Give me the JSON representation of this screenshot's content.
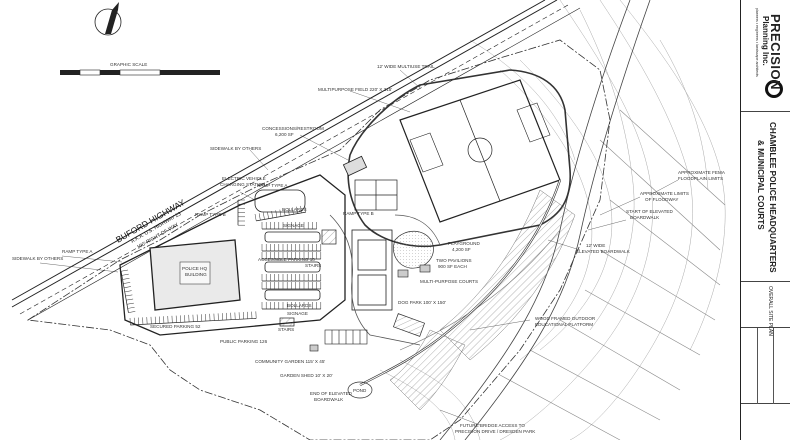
{
  "labels": {
    "trail": "12' WIDE MULTIUSE TRAIL",
    "field": "MULTIPURPOSE FIELD 220' X 315'",
    "concessions": "CONCESSIONS/RESTROOM",
    "concessions_size": "6,200 SF",
    "sidewalk_top": "SIDEWALK BY OTHERS",
    "ev": "ELECTRIC VEHICLE",
    "ev2": "CHARGING STATION",
    "ramp_a_top": "RAMP TYPE A",
    "bollards_top": "BOLLARDS",
    "signage_top": "SIGNAGE",
    "ramp_b_left": "RAMP TYPE B",
    "ramp_b_mid": "RAMP TYPE B",
    "accessible": "ACCESSIBLE PARKING 10",
    "stairs_top": "STAIRS",
    "bollards_bot": "BOLLARDS",
    "signage_bot": "SIGNAGE",
    "secured": "SECURED PARKING 52",
    "stairs_bot": "STAIRS",
    "public": "PUBLIC PARKING 126",
    "community": "COMMUNITY GARDEN 115' X 45'",
    "garden": "GARDEN SHED 10' X 20'",
    "end_boardwalk": "END OF ELEVATED",
    "end_boardwalk2": "BOARDWALK",
    "bridge": "FUTURE BRIDGE ACCESS TO",
    "bridge2": "PRECISION DRIVE / DRESDEN PARK",
    "playground": "PLAYGROUND",
    "playground2": "4,200 SF",
    "pavilions": "TWO PAVILIONS",
    "pavilions2": "900 SF EACH",
    "courts": "MULTI-PURPOSE COURTS",
    "dog_park": "DOG PARK 100' X 150'",
    "wood_platform": "WOOD FRAMED OUTDOOR",
    "wood_platform2": "EDUCATIONAL PLATFORM",
    "boardwalk_wide": "12' WIDE",
    "boardwalk_wide2": "ELEVATED BOARDWALK",
    "start_boardwalk": "START OF ELEVATED",
    "start_boardwalk2": "BOARDWALK",
    "approx_limit": "APPROXIMATE LIMITS",
    "approx_limit2": "OF FLOODWAY",
    "approx_fema": "APPROXIMATE FEMA",
    "approx_fema2": "FLOODPLAIN LIMITS",
    "ramp_a_left": "RAMP TYPE A",
    "sidewalk_left": "SIDEWALK BY OTHERS",
    "police_bldg": "POLICE HQ",
    "police_bldg2": "BUILDING",
    "pond": "POND"
  },
  "road": {
    "name": "BUFORD HIGHWAY",
    "aka": "A.K.A. U.S. HIGHWAY 23",
    "row": "100' RIGHT-OF-WAY"
  },
  "scale_label": "GRAPHIC SCALE",
  "title_block": {
    "company": "PRECISION",
    "company2": "Planning Inc.",
    "tagline": "planners • engineers • landscape architects",
    "project": "CHAMBLEE POLICE HEADQUARTERS",
    "project2": "& MUNICIPAL COURTS",
    "sheet_title": "OVERALL SITE PLAN"
  },
  "colors": {
    "line": "#222222",
    "hatch": "#555555",
    "contour": "#9a9a9a"
  }
}
